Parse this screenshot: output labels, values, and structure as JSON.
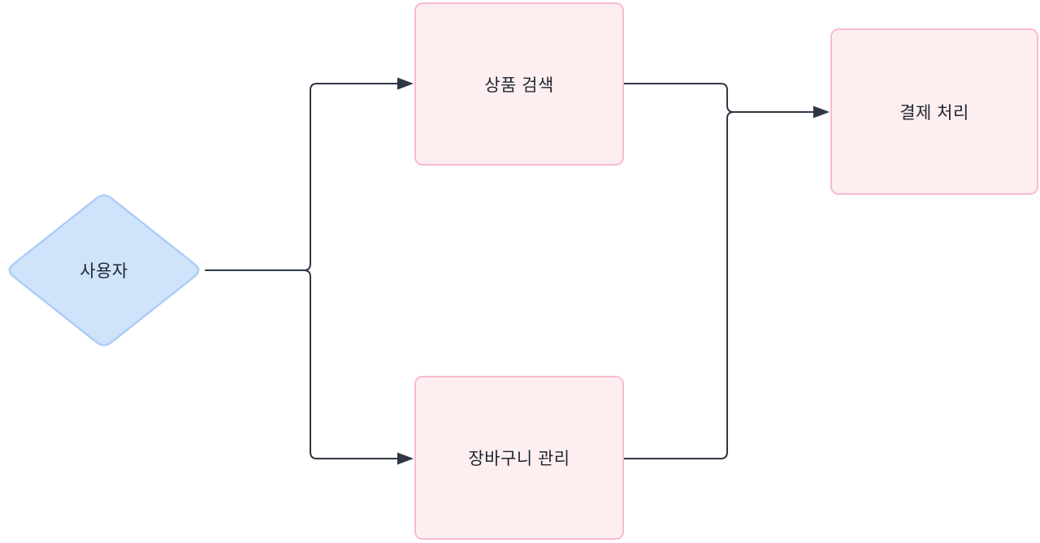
{
  "diagram": {
    "background": "#ffffff",
    "connector_color": "#2e3744",
    "text_color": "#1f2630",
    "nodes": [
      {
        "id": "user",
        "label": "사용자",
        "shape": "diamond",
        "fill": "#cfe3fb",
        "border": "#aecdf6"
      },
      {
        "id": "product-search",
        "label": "상품 검색",
        "shape": "rounded-rectangle",
        "fill": "#fdeef0",
        "border": "#f9bad2"
      },
      {
        "id": "cart-management",
        "label": "장바구니 관리",
        "shape": "rounded-rectangle",
        "fill": "#fdeef0",
        "border": "#f9bad2"
      },
      {
        "id": "payment-processing",
        "label": "결제 처리",
        "shape": "rounded-rectangle",
        "fill": "#fdeef0",
        "border": "#f9bad2"
      }
    ],
    "edges": [
      {
        "from": "user",
        "to": "product-search"
      },
      {
        "from": "user",
        "to": "cart-management"
      },
      {
        "from": "product-search",
        "to": "payment-processing"
      },
      {
        "from": "cart-management",
        "to": "payment-processing"
      }
    ]
  }
}
